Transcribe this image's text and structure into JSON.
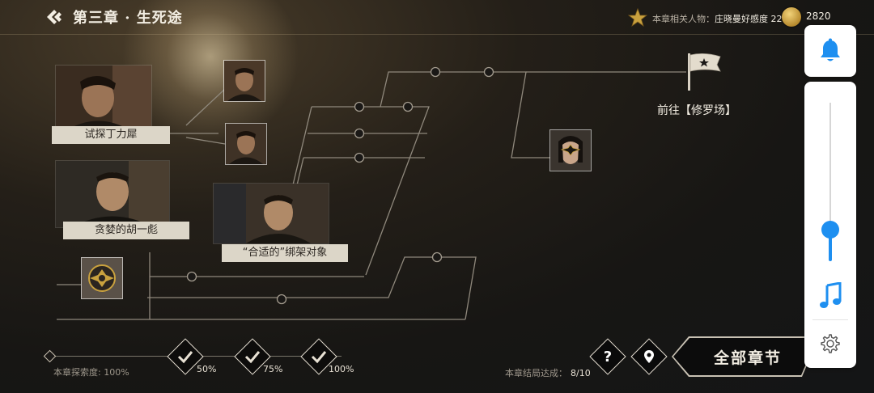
{
  "header": {
    "chapter_title": "第三章 · 生死途",
    "related_label": "本章相关人物：",
    "related_value": "庄晓曼好感度 22",
    "coins": "2820"
  },
  "story_nodes": [
    {
      "label": "试探丁力犀"
    },
    {
      "label": "贪婪的胡一彪"
    },
    {
      "label": "“合适的”绑架对象"
    }
  ],
  "destination": {
    "label": "前往【修罗场】"
  },
  "progress": {
    "explore_label": "本章探索度:",
    "explore_value": "100%",
    "milestones": [
      "50%",
      "75%",
      "100%"
    ],
    "ending_label": "本章结局达成：",
    "ending_value": "8/10"
  },
  "buttons": {
    "hint": "?",
    "all_chapters": "全部章节"
  },
  "colors": {
    "accent_blue": "#1e8ff0",
    "label_bg": "#dcd6c8",
    "gold": "#c9a13e"
  }
}
